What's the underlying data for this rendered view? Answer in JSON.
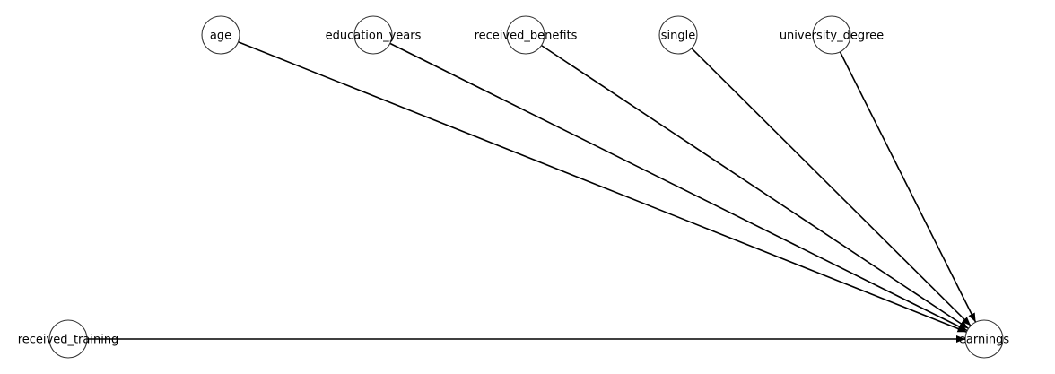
{
  "diagram": {
    "nodes": [
      {
        "id": "age",
        "label": "age"
      },
      {
        "id": "education_years",
        "label": "education_years"
      },
      {
        "id": "received_benefits",
        "label": "received_benefits"
      },
      {
        "id": "single",
        "label": "single"
      },
      {
        "id": "university_degree",
        "label": "university_degree"
      },
      {
        "id": "received_training",
        "label": "received_training"
      },
      {
        "id": "earnings",
        "label": "earnings"
      }
    ],
    "edges": [
      {
        "from": "age",
        "to": "earnings"
      },
      {
        "from": "education_years",
        "to": "earnings"
      },
      {
        "from": "received_benefits",
        "to": "earnings"
      },
      {
        "from": "single",
        "to": "earnings"
      },
      {
        "from": "university_degree",
        "to": "earnings"
      },
      {
        "from": "received_training",
        "to": "earnings"
      }
    ],
    "colors": {
      "node_fill": "#ffffff",
      "node_stroke": "#333333",
      "edge": "#000000",
      "label": "#000000"
    }
  }
}
